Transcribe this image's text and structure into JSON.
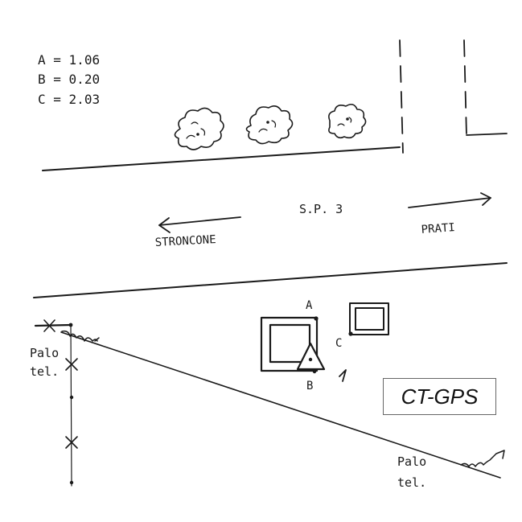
{
  "measurements": [
    {
      "label": "A",
      "value": "1.06"
    },
    {
      "label": "B",
      "value": "0.20"
    },
    {
      "label": "C",
      "value": "2.03"
    }
  ],
  "road": {
    "name": "S.P. 3",
    "direction_left": "STRONCONE",
    "direction_right": "PRATI"
  },
  "points": {
    "a": "A",
    "b": "B",
    "c": "C"
  },
  "poles": {
    "left": {
      "line1": "Palo",
      "line2": "tel."
    },
    "right": {
      "line1": "Palo",
      "line2": "tel."
    }
  },
  "benchmark": {
    "label": "CT-GPS"
  }
}
